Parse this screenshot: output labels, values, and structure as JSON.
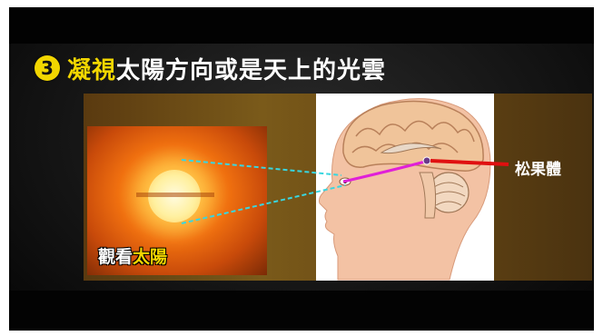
{
  "title": {
    "number": "3",
    "accent": "凝視",
    "rest": "太陽方向或是天上的光雲"
  },
  "caption": {
    "part1": "觀看",
    "part2": "太陽"
  },
  "pineal_label": "松果體",
  "colors": {
    "accent_yellow": "#f2d600",
    "sight_line": "#38d6e0",
    "pathway": "#e020d8",
    "pointer": "#e01010"
  }
}
